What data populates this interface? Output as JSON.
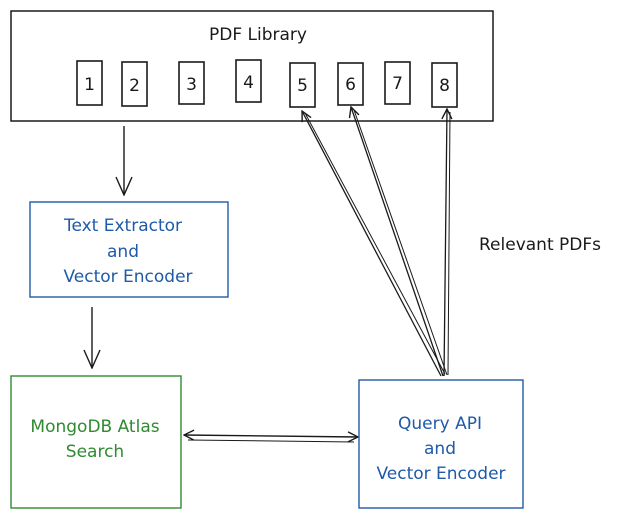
{
  "library": {
    "title": "PDF Library",
    "docs": [
      "1",
      "2",
      "3",
      "4",
      "5",
      "6",
      "7",
      "8"
    ]
  },
  "extractor": {
    "line1": "Text Extractor",
    "line2": "and",
    "line3": "Vector Encoder"
  },
  "atlas": {
    "line1": "MongoDB Atlas",
    "line2": "Search"
  },
  "query": {
    "line1": "Query API",
    "line2": "and",
    "line3": "Vector Encoder"
  },
  "relevant_label": "Relevant PDFs",
  "colors": {
    "ink": "#1a1a1a",
    "blue": "#1e5aa8",
    "green": "#2f8a2f"
  }
}
